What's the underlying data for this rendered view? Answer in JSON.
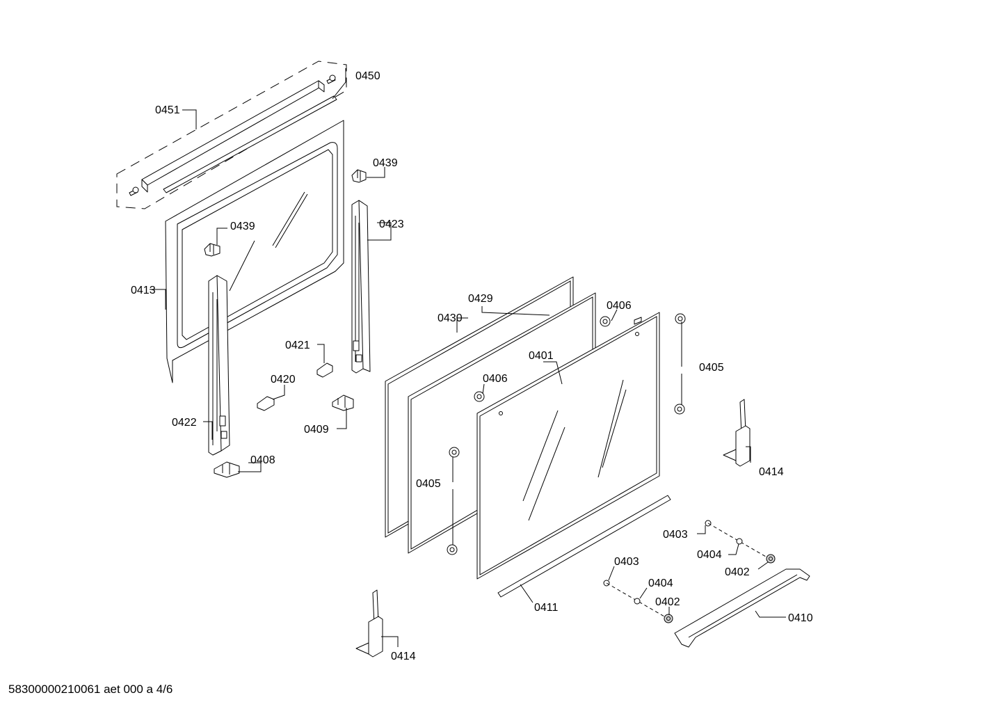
{
  "document": {
    "footer_code": "58300000210061 aet 000 a 4/6"
  },
  "parts": {
    "p0450": "0450",
    "p0451": "0451",
    "p0439a": "0439",
    "p0439b": "0439",
    "p0423": "0423",
    "p0413": "0413",
    "p0429": "0429",
    "p0430": "0430",
    "p0406a": "0406",
    "p0406b": "0406",
    "p0421": "0421",
    "p0401": "0401",
    "p0405a": "0405",
    "p0405b": "0405",
    "p0420": "0420",
    "p0409": "0409",
    "p0422": "0422",
    "p0408": "0408",
    "p0414a": "0414",
    "p0414b": "0414",
    "p0403a": "0403",
    "p0403b": "0403",
    "p0404a": "0404",
    "p0404b": "0404",
    "p0402a": "0402",
    "p0402b": "0402",
    "p0411": "0411",
    "p0410": "0410"
  }
}
